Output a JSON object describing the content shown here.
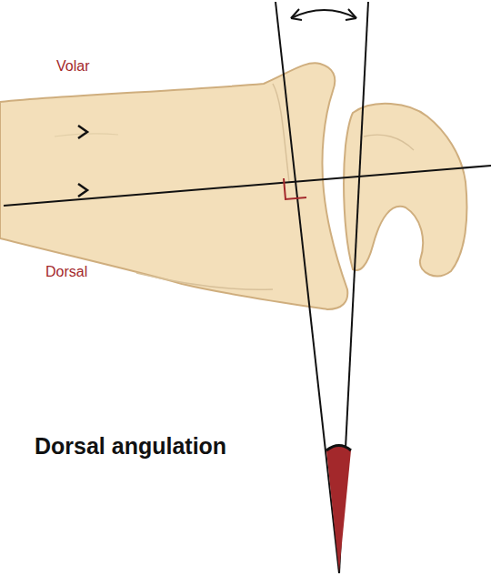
{
  "diagram": {
    "labels": [
      "Volar",
      "Dorsal",
      "Dorsal angulation"
    ]
  }
}
